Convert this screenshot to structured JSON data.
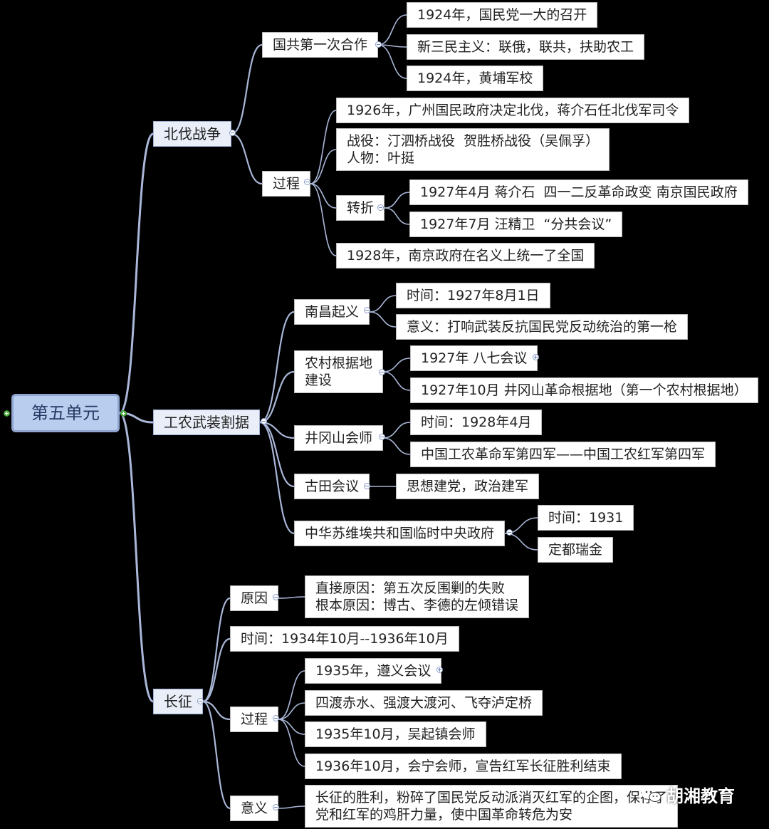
{
  "root": "第五单元",
  "branches": [
    {
      "label": "北伐战争",
      "children": [
        {
          "label": "国共第一次合作",
          "children": [
            {
              "label": "1924年，国民党一大的召开"
            },
            {
              "label": "新三民主义：联俄，联共，扶助农工"
            },
            {
              "label": "1924年，黄埔军校"
            }
          ]
        },
        {
          "label": "过程",
          "children": [
            {
              "label": "1926年，广州国民政府决定北伐，蒋介石任北伐军司令"
            },
            {
              "label": "战役：汀泗桥战役  贺胜桥战役（吴佩孚）\n人物：叶挺"
            },
            {
              "label": "转折",
              "children": [
                {
                  "label": "1927年4月 蒋介石  四一二反革命政变 南京国民政府"
                },
                {
                  "label": "1927年7月 汪精卫  “分共会议”"
                }
              ]
            },
            {
              "label": "1928年，南京政府在名义上统一了全国"
            }
          ]
        }
      ]
    },
    {
      "label": "工农武装割据",
      "children": [
        {
          "label": "南昌起义",
          "children": [
            {
              "label": "时间：1927年8月1日"
            },
            {
              "label": "意义：打响武装反抗国民党反动统治的第一枪"
            }
          ]
        },
        {
          "label": "农村根据地\n建设",
          "children": [
            {
              "label": "1927年 八七会议"
            },
            {
              "label": "1927年10月 井冈山革命根据地（第一个农村根据地）"
            }
          ]
        },
        {
          "label": "井冈山会师",
          "children": [
            {
              "label": "时间：1928年4月"
            },
            {
              "label": "中国工农革命军第四军——中国工农红军第四军"
            }
          ]
        },
        {
          "label": "古田会议",
          "children": [
            {
              "label": "思想建党，政治建军"
            }
          ]
        },
        {
          "label": "中华苏维埃共和国临时中央政府",
          "children": [
            {
              "label": "时间：1931"
            },
            {
              "label": "定都瑞金"
            }
          ]
        }
      ]
    },
    {
      "label": "长征",
      "children": [
        {
          "label": "原因",
          "children": [
            {
              "label": "直接原因：第五次反围剿的失败\n根本原因：博古、李德的左倾错误"
            }
          ]
        },
        {
          "label": "时间：1934年10月--1936年10月"
        },
        {
          "label": "过程",
          "children": [
            {
              "label": "1935年，遵义会议"
            },
            {
              "label": "四渡赤水、强渡大渡河、飞夺泸定桥"
            },
            {
              "label": "1935年10月，吴起镇会师"
            },
            {
              "label": "1936年10月，会宁会师，宣告红军长征胜利结束"
            }
          ]
        },
        {
          "label": "意义",
          "children": [
            {
              "label": "长征的胜利，粉碎了国民党反动派消灭红军的企图，保存了\n党和红军的鸡肝力量，使中国革命转危为安"
            }
          ]
        }
      ]
    }
  ],
  "watermark": "胡湘教育",
  "colors": {
    "line": "#aab7d8",
    "root_fill": "#b9cdee",
    "level1_fill": "#e9eef8",
    "toggle_green": "#54b548"
  }
}
